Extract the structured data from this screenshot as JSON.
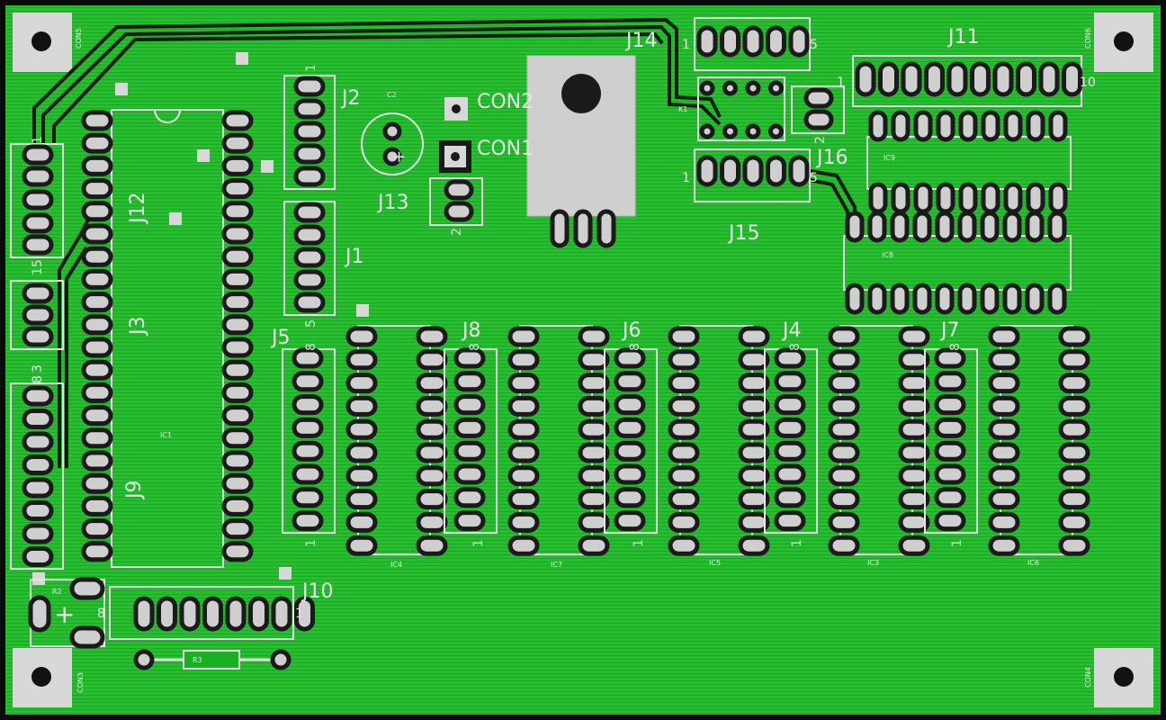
{
  "board": {
    "background": "#22c02a",
    "edge_color": "#0a0a0a",
    "silk_color": "#e6e6e6"
  },
  "labels": {
    "J14": "J14",
    "J11": "J11",
    "J2": "J2",
    "J1": "J1",
    "J13": "J13",
    "CON1": "CON1",
    "CON2": "CON2",
    "J16": "J16",
    "J15": "J15",
    "J12": "J12",
    "J3": "J3",
    "J9": "J9",
    "J5": "J5",
    "J8": "J8",
    "J6": "J6",
    "J4": "J4",
    "J7": "J7",
    "J10": "J10"
  },
  "small_labels": {
    "IC1": "IC1",
    "IC3": "IC3",
    "IC4": "IC4",
    "IC5": "IC5",
    "IC6": "IC6",
    "IC7": "IC7",
    "IC8": "IC8",
    "IC9": "IC9",
    "K1": "K1",
    "R3": "R3",
    "C2": "C2",
    "R2": "R2",
    "CON3": "CON3",
    "CON4": "CON4",
    "CON5": "CON5",
    "CON6": "CON6"
  },
  "pin_numbers": {
    "one": "1",
    "two": "2",
    "three": "3",
    "five": "5",
    "eight": "8",
    "ten": "10",
    "fifteen": "15",
    "plus": "+"
  }
}
